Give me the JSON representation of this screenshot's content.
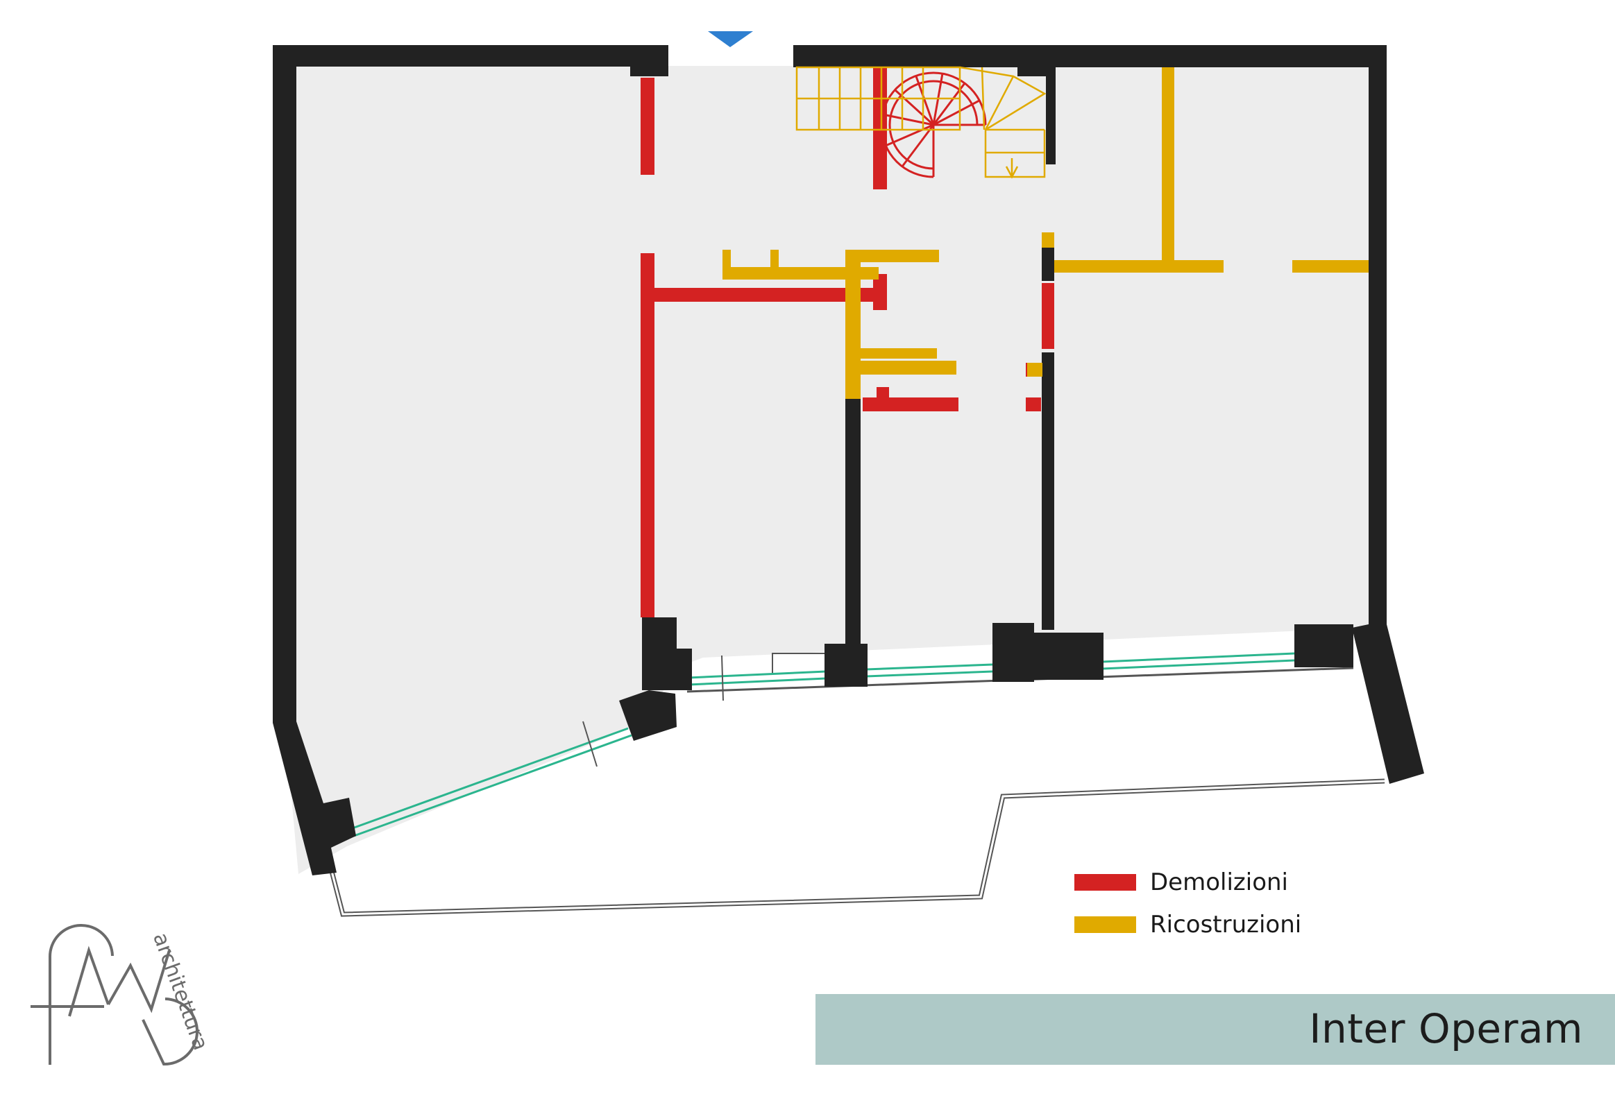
{
  "legend": {
    "demolition": {
      "label": "Demolizioni",
      "color": "#d42222"
    },
    "reconstruction": {
      "label": "Ricostruzioni",
      "color": "#e0aa00"
    }
  },
  "title": "Inter Operam",
  "logo": {
    "tagline": "architettura"
  },
  "colors": {
    "existing_wall": "#222222",
    "floor": "#ededed",
    "glazing": "#2bb58e",
    "title_bar": "#aec9c7",
    "north_marker": "#2e7fd0"
  },
  "icons": [
    "north-arrow-icon",
    "spiral-stair-icon",
    "straight-stair-icon",
    "logo-mark-icon"
  ]
}
